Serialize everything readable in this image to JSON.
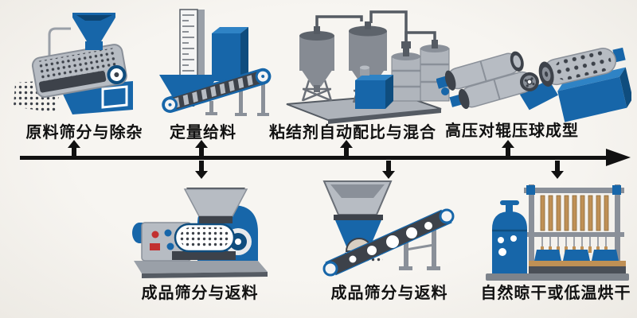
{
  "diagram": {
    "type": "process-flow",
    "direction": "left-to-right",
    "top_steps": [
      {
        "label": "原料筛分与除杂",
        "icon": "screening-machine-icon"
      },
      {
        "label": "定量给料",
        "icon": "weigh-feeder-icon"
      },
      {
        "label": "粘结剂自动配比与混合",
        "icon": "mixing-plant-icon"
      },
      {
        "label": "高压对辊压球成型",
        "icon": "roller-press-icon"
      }
    ],
    "bottom_steps": [
      {
        "label": "成品筛分与返料",
        "icon": "briquetting-machine-icon"
      },
      {
        "label": "成品筛分与返料",
        "icon": "screening-conveyor-icon"
      },
      {
        "label": "自然晾干或低温烘干",
        "icon": "drying-rack-icon"
      }
    ]
  },
  "colors": {
    "machine_blue": "#1766a9",
    "machine_blue_dark": "#0f4d7e",
    "machine_gray": "#b7bcc3",
    "machine_gray_dark": "#868b93",
    "machine_slate": "#3d424a",
    "wood_tan": "#bf9055",
    "accent_red": "#c23030",
    "timeline_black": "#111111",
    "background": "#f4f2ee",
    "label_text": "#111111"
  }
}
